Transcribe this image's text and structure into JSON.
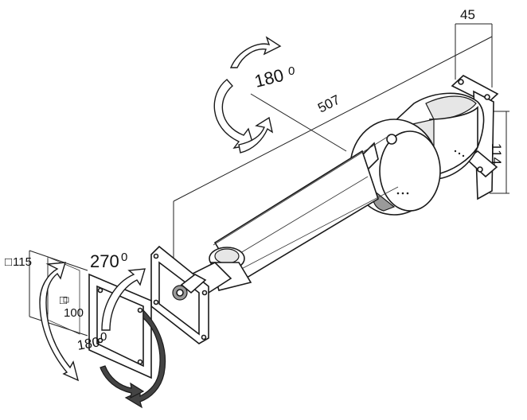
{
  "dimensions": {
    "arm_length": "507",
    "wall_plate_depth": "45",
    "wall_plate_height": "114",
    "vesa_outer_symbol": "□",
    "vesa_outer": "115",
    "vesa_inner_symbol": "□",
    "vesa_inner": "100"
  },
  "rotations": {
    "arm_rotation_value": "180",
    "arm_rotation_unit": "0",
    "tilt_rotation_value": "270",
    "tilt_rotation_unit": "0",
    "plate_rotation_value": "180",
    "plate_rotation_unit": "0"
  },
  "icons": [
    "rotation-arrow-icon",
    "vesa-plate-icon",
    "wall-plate-icon"
  ]
}
